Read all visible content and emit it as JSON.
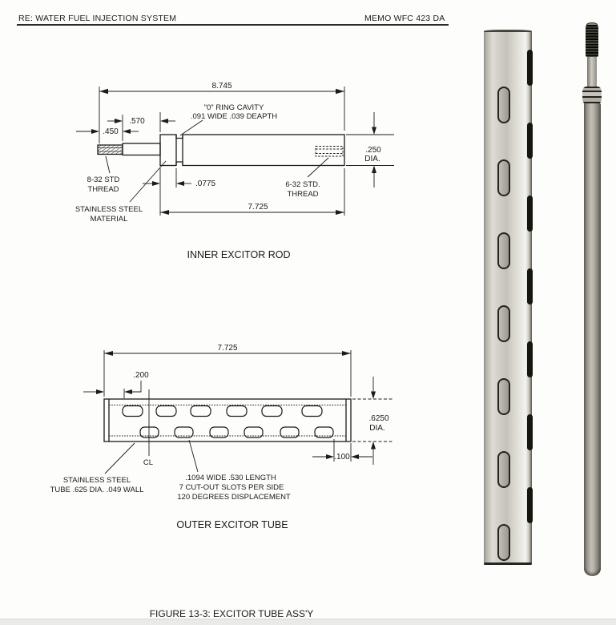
{
  "header": {
    "subject": "RE: WATER FUEL INJECTION SYSTEM",
    "memo_ref": "MEMO WFC 423 DA"
  },
  "inner_rod": {
    "title": "INNER EXCITOR ROD",
    "dim_overall": "8.745",
    "dim_thread_len": ".450",
    "dim_stud_len": ".570",
    "dim_collar": ".0775",
    "dim_body_len": "7.725",
    "dim_dia": ".250",
    "dim_dia_unit": "DIA.",
    "note_oring_1": "\"0\" RING CAVITY",
    "note_oring_2": ".091 WIDE .039 DEAPTH",
    "note_thread_left_1": "8-32 STD",
    "note_thread_left_2": "THREAD",
    "note_thread_right_1": "6-32 STD.",
    "note_thread_right_2": "THREAD",
    "note_material_1": "STAINLESS STEEL",
    "note_material_2": "MATERIAL"
  },
  "outer_tube": {
    "title": "OUTER EXCITOR TUBE",
    "dim_length": "7.725",
    "dim_first_slot": ".200",
    "dim_last_slot": ".100",
    "dim_dia": ".6250",
    "dim_dia_unit": "DIA.",
    "centerline_label": "CL",
    "note_material_1": "STAINLESS STEEL",
    "note_material_2": "TUBE .625 DIA. .049 WALL",
    "note_slots_1": ".1094 WIDE .530 LENGTH",
    "note_slots_2": "7 CUT-OUT SLOTS PER SIDE",
    "note_slots_3": "120 DEGREES DISPLACEMENT"
  },
  "figure_caption": "FIGURE 13-3: EXCITOR TUBE ASS'Y",
  "photos": {
    "tube": {
      "front_slots": 7,
      "edge_slots": 7
    },
    "rod": {
      "thread_color": "#12110d",
      "metal_light": "#d8d6cd",
      "metal_dark": "#706e64"
    }
  },
  "colors": {
    "ink": "#1c1c1c",
    "paper": "#fdfdfc",
    "footer_bar": "#eaeae8"
  }
}
